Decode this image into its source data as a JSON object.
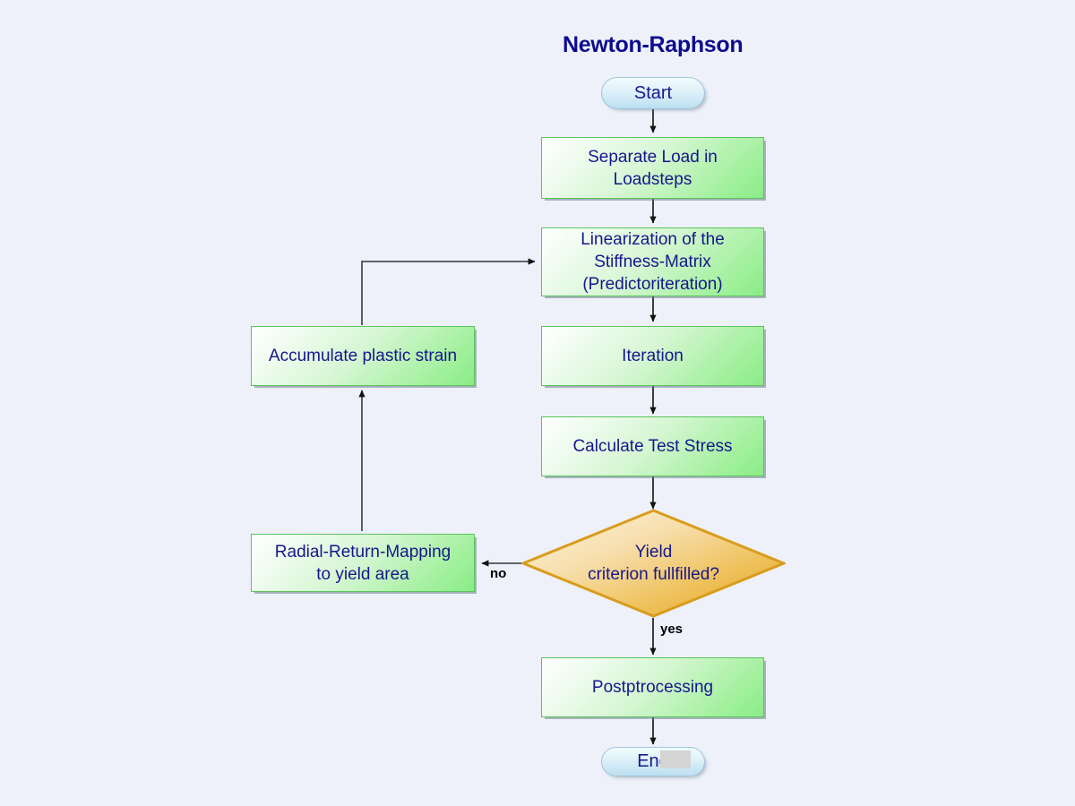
{
  "diagram": {
    "title": "Newton-Raphson",
    "background_color": "#eef1fa",
    "title_color": "#0d0d8c",
    "node_text_color": "#17178c",
    "process_fill_start": "#ffffff",
    "process_fill_end": "#8aec87",
    "process_border_color": "#5ac45a",
    "terminator_fill_start": "#f2fbfd",
    "terminator_fill_end": "#bcdff0",
    "terminator_border_color": "#9dc6db",
    "decision_fill_start": "#fbeec6",
    "decision_fill_end": "#e8a828",
    "decision_border_color": "#d99c1c",
    "connector_color": "#333333"
  },
  "nodes": {
    "start": {
      "label": "Start",
      "type": "terminator"
    },
    "separate_load": {
      "label": "Separate Load in\nLoadsteps",
      "type": "process"
    },
    "linearization": {
      "label": "Linearization of the\nStiffness-Matrix\n(Predictoriteration)",
      "type": "process"
    },
    "iteration": {
      "label": "Iteration",
      "type": "process"
    },
    "calculate_test_stress": {
      "label": "Calculate Test Stress",
      "type": "process"
    },
    "yield_criterion": {
      "label": "Yield\ncriterion fullfilled?",
      "type": "decision"
    },
    "radial_return": {
      "label": "Radial-Return-Mapping\nto yield area",
      "type": "process"
    },
    "accumulate_plastic": {
      "label": "Accumulate plastic strain",
      "type": "process"
    },
    "postprocessing": {
      "label": "Postptrocessing",
      "type": "process"
    },
    "end": {
      "label": "End",
      "type": "terminator"
    }
  },
  "edge_labels": {
    "no": "no",
    "yes": "yes"
  }
}
